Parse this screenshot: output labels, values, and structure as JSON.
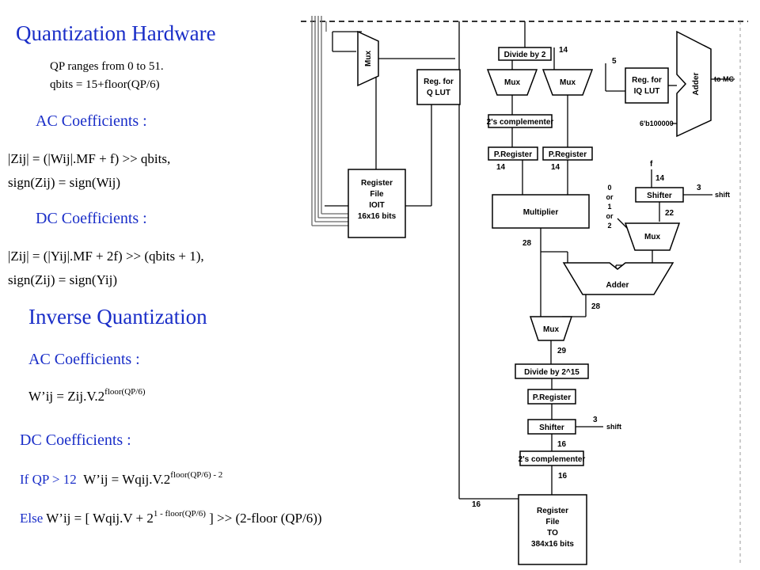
{
  "left": {
    "title_quant": "Quantization Hardware",
    "qp_note": "QP ranges from 0 to 51.",
    "qbits_note": "qbits = 15+floor(QP/6)",
    "ac_heading_1": "AC Coefficients :",
    "ac_eq_1a": "|Zij| = (|Wij|.MF + f) >> qbits,",
    "ac_eq_1b": "sign(Zij) = sign(Wij)",
    "dc_heading_1": "DC Coefficients :",
    "dc_eq_1a": "|Zij| = (|Yij|.MF + 2f) >> (qbits + 1),",
    "dc_eq_1b": "sign(Zij) = sign(Yij)",
    "title_inverse": "Inverse Quantization",
    "ac_heading_2": "AC Coefficients :",
    "ac_eq_2_base": "W’ij = Zij.V.2",
    "ac_eq_2_sup": "floor(QP/6)",
    "dc_heading_2": "DC Coefficients :",
    "if_label": "If QP > 12",
    "if_eq_base": "W’ij = Wqij.V.2",
    "if_eq_sup": "floor(QP/6) - 2",
    "else_label": "Else",
    "else_eq_base": "W’ij = [ Wqij.V + 2",
    "else_eq_sup": "1 - floor(QP/6)",
    "else_eq_tail": "] >> (2-floor (QP/6))"
  },
  "diagram": {
    "mux": "Mux",
    "divide_by_2": "Divide by 2",
    "reg_q_lut_1": "Reg. for",
    "reg_q_lut_2": "Q LUT",
    "reg_iq_lut_1": "Reg. for",
    "reg_iq_lut_2": "IQ LUT",
    "adder": "Adder",
    "to_mc": "to MC",
    "const_100000": "6'b100000",
    "twos_comp": "2's complementer",
    "p_register": "P.Register",
    "register_file_ioit_1": "Register",
    "register_file_ioit_2": "File",
    "register_file_ioit_3": "IOIT",
    "register_file_ioit_4": "16x16 bits",
    "multiplier": "Multiplier",
    "shifter": "Shifter",
    "shift": "shift",
    "f_label": "f",
    "sel_0": "0",
    "sel_or1": "or",
    "sel_1": "1",
    "sel_or2": "or",
    "sel_2": "2",
    "divide_by_2_15": "Divide by 2^15",
    "register_file_to_1": "Register",
    "register_file_to_2": "File",
    "register_file_to_3": "TO",
    "register_file_to_4": "384x16 bits",
    "w14a": "14",
    "w5": "5",
    "w14b": "14",
    "w14c": "14",
    "w14d": "14",
    "w3a": "3",
    "w22": "22",
    "w28a": "28",
    "w28b": "28",
    "w29": "29",
    "w3b": "3",
    "w16a": "16",
    "w16b": "16",
    "w16c": "16"
  }
}
